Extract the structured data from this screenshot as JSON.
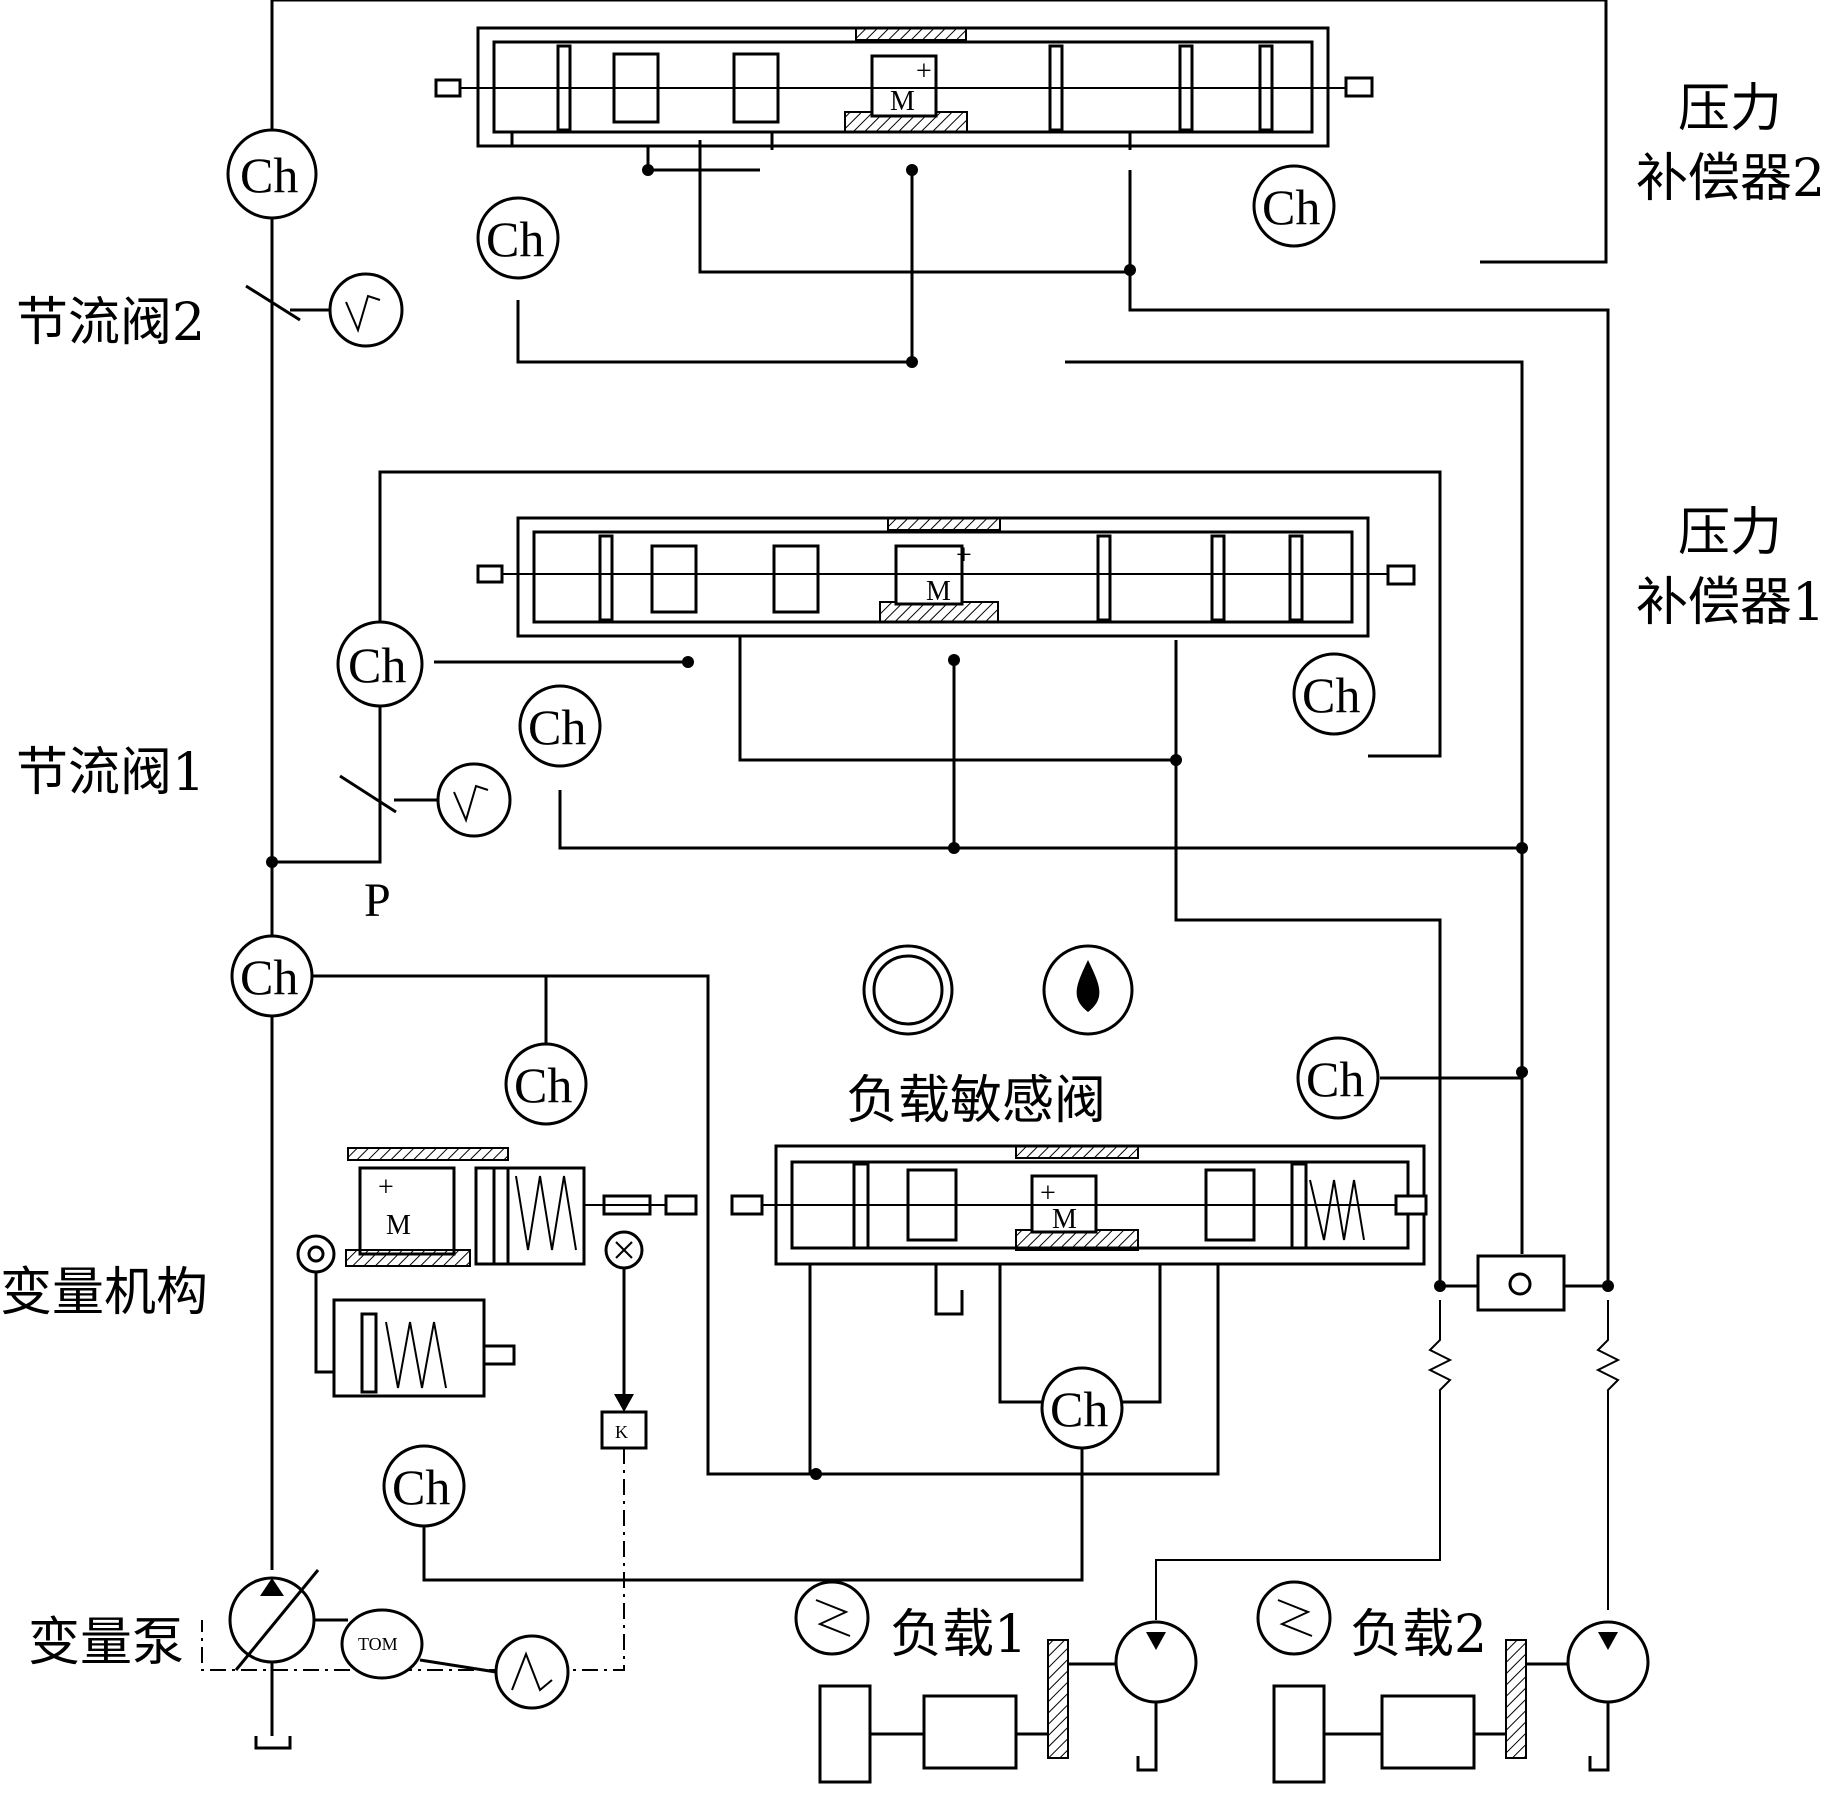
{
  "labels": {
    "pressure_comp_2": [
      "压力",
      "补偿器2"
    ],
    "pressure_comp_1": [
      "压力",
      "补偿器1"
    ],
    "throttle_2": "节流阀2",
    "throttle_1": "节流阀1",
    "port_p": "P",
    "load_sensing_valve": "负载敏感阀",
    "variable_mechanism": "变量机构",
    "variable_pump": "变量泵",
    "load_1": "负载1",
    "load_2": "负载2"
  },
  "symbols": {
    "chamber": "Ch",
    "mass": "M",
    "plus": "+",
    "motor_tag": "TOM",
    "gain": "K"
  },
  "colors": {
    "line": "#000000",
    "background": "#ffffff"
  }
}
